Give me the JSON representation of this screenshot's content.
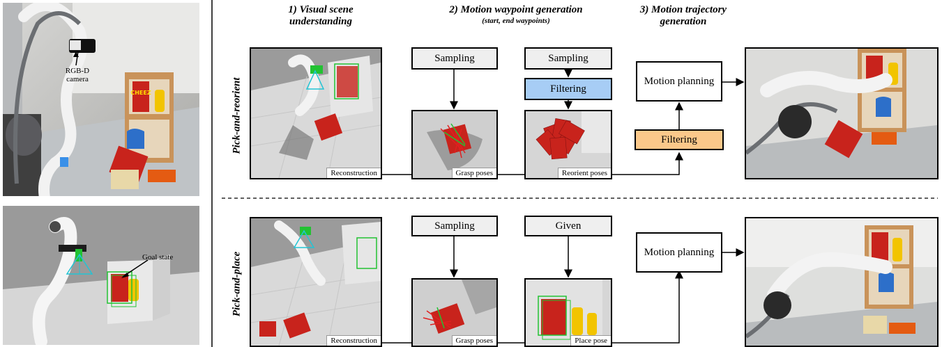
{
  "headers": {
    "step1": "1) Visual scene understanding",
    "step2": "2) Motion waypoint generation",
    "step2_sub": "(start, end waypoints)",
    "step3": "3) Motion trajectory generation"
  },
  "left_panel": {
    "camera_label_line1": "RGB-D",
    "camera_label_line2": "camera",
    "goal_label": "Goal state"
  },
  "rows": [
    {
      "label": "Pick-and-reorient",
      "reconstruction_caption": "Reconstruction",
      "grasp_caption": "Grasp poses",
      "reorient_caption": "Reorient poses",
      "sampling1": "Sampling",
      "sampling2": "Sampling",
      "filtering_blue": "Filtering",
      "filtering_orange": "Filtering",
      "motion_planning": "Motion planning"
    },
    {
      "label": "Pick-and-place",
      "reconstruction_caption": "Reconstruction",
      "grasp_caption": "Grasp poses",
      "place_caption": "Place pose",
      "sampling": "Sampling",
      "given": "Given",
      "motion_planning": "Motion planning"
    }
  ],
  "colors": {
    "box_gray": "#efefef",
    "filter_blue": "#a7cdf5",
    "filter_orange": "#fbc88a",
    "bbox_green": "#22c232",
    "camera_cyan": "#22c4d4",
    "grasp_red": "#e02020",
    "cheezit_red": "#c8231c",
    "mustard_yellow": "#f2c400"
  }
}
